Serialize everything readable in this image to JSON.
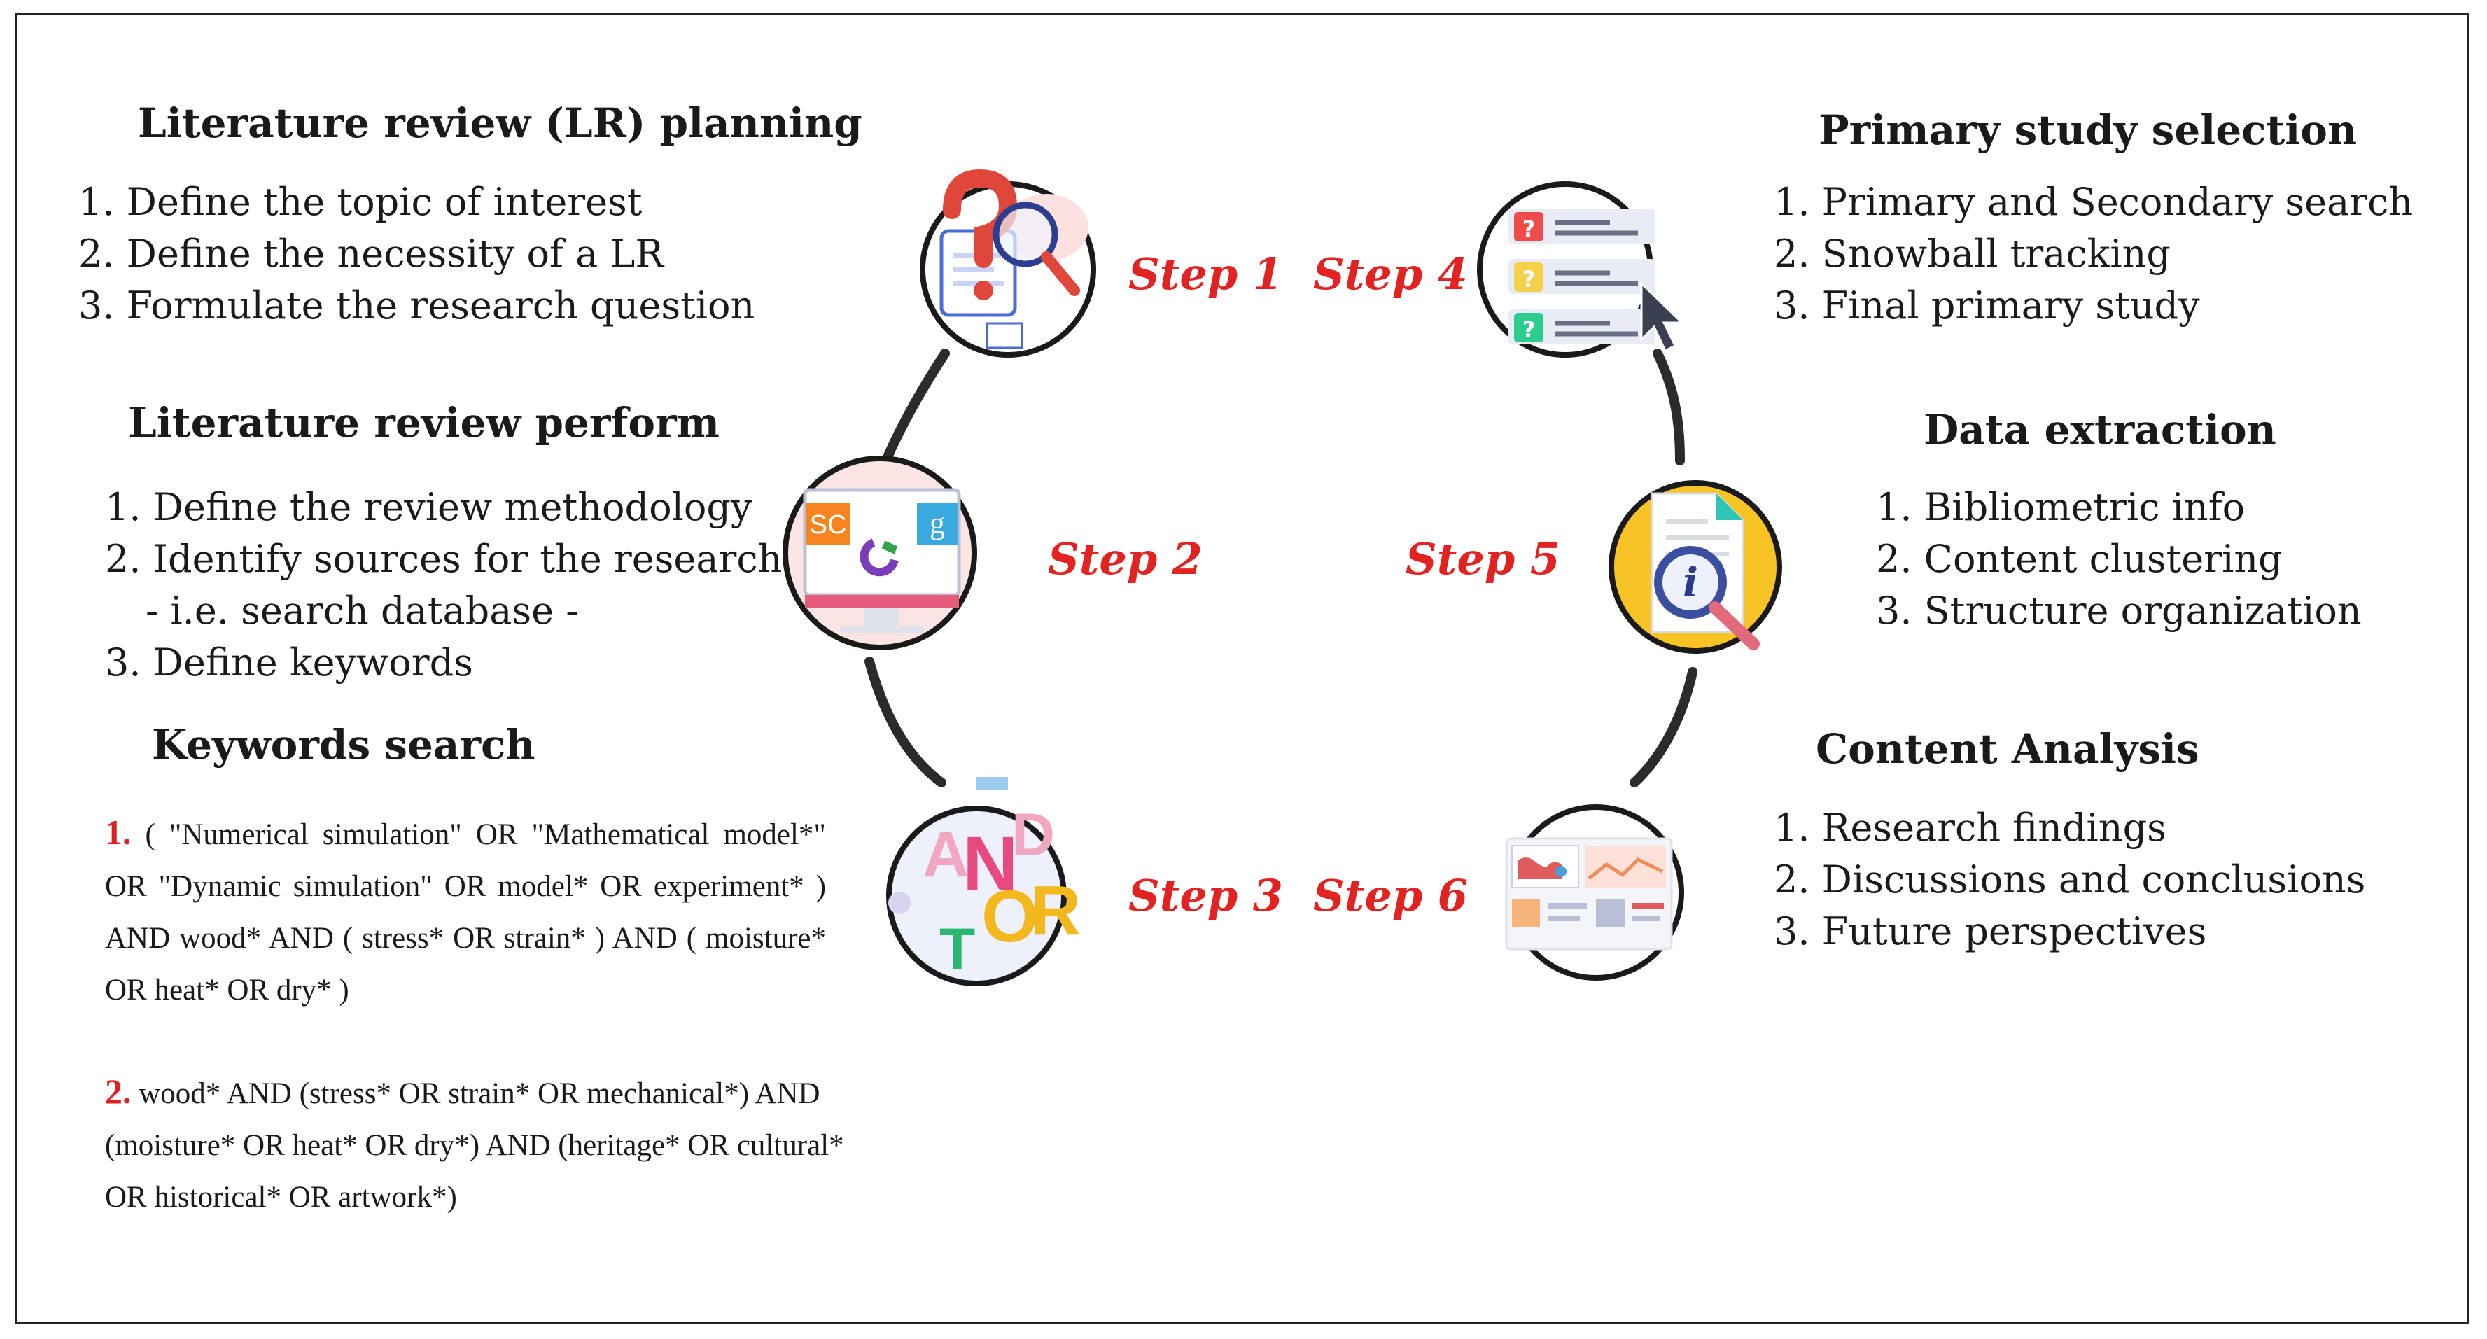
{
  "sections": {
    "lr_planning": {
      "title": "Literature review (LR) planning",
      "items": [
        "1. Define the topic of interest",
        "2. Define the necessity of a LR",
        "3. Formulate the research question"
      ]
    },
    "lr_perform": {
      "title": "Literature review perform",
      "items": [
        "1. Define the review methodology",
        "2. Identify sources for the research",
        "- i.e. search database -",
        "3. Define keywords"
      ]
    },
    "keywords_search": {
      "title": "Keywords search",
      "query1_num": "1.",
      "query1_text": " ( \"Numerical simulation\" OR \"Mathematical model*\" OR \"Dynamic simulation\" OR model* OR experiment* ) AND wood* AND ( stress* OR strain* ) AND ( moisture* OR heat* OR dry* )",
      "query2_num": "2.",
      "query2_text": " wood* AND (stress* OR strain* OR mechanical*) AND (moisture* OR heat* OR dry*) AND (heritage* OR cultural* OR historical* OR artwork*)"
    },
    "primary_study": {
      "title": "Primary study selection",
      "items": [
        "1. Primary and Secondary search",
        "2. Snowball tracking",
        "3. Final primary study"
      ]
    },
    "data_extraction": {
      "title": "Data extraction",
      "items": [
        "1. Bibliometric info",
        "2. Content clustering",
        "3. Structure organization"
      ]
    },
    "content_analysis": {
      "title": "Content Analysis",
      "items": [
        "1. Research findings",
        "2. Discussions and conclusions",
        "3. Future perspectives"
      ]
    }
  },
  "steps": [
    "Step 1",
    "Step 2",
    "Step 3",
    "Step 4",
    "Step 5",
    "Step 6"
  ],
  "icons": {
    "step1": "question-magnifier-icon",
    "step2": "monitor-search-databases-icon",
    "step2_badges": [
      "SC",
      "g"
    ],
    "step3": "and-or-letters-icon",
    "step3_letters": [
      "A",
      "N",
      "D",
      "O",
      "R",
      "T"
    ],
    "step4": "question-checklist-icon",
    "step5": "document-info-magnifier-icon",
    "step5_letter": "i",
    "step6": "dashboard-analytics-icon"
  },
  "colors": {
    "step_label": "#e32222",
    "connector": "#2b2b2b",
    "keyword_number": "#e02020"
  }
}
